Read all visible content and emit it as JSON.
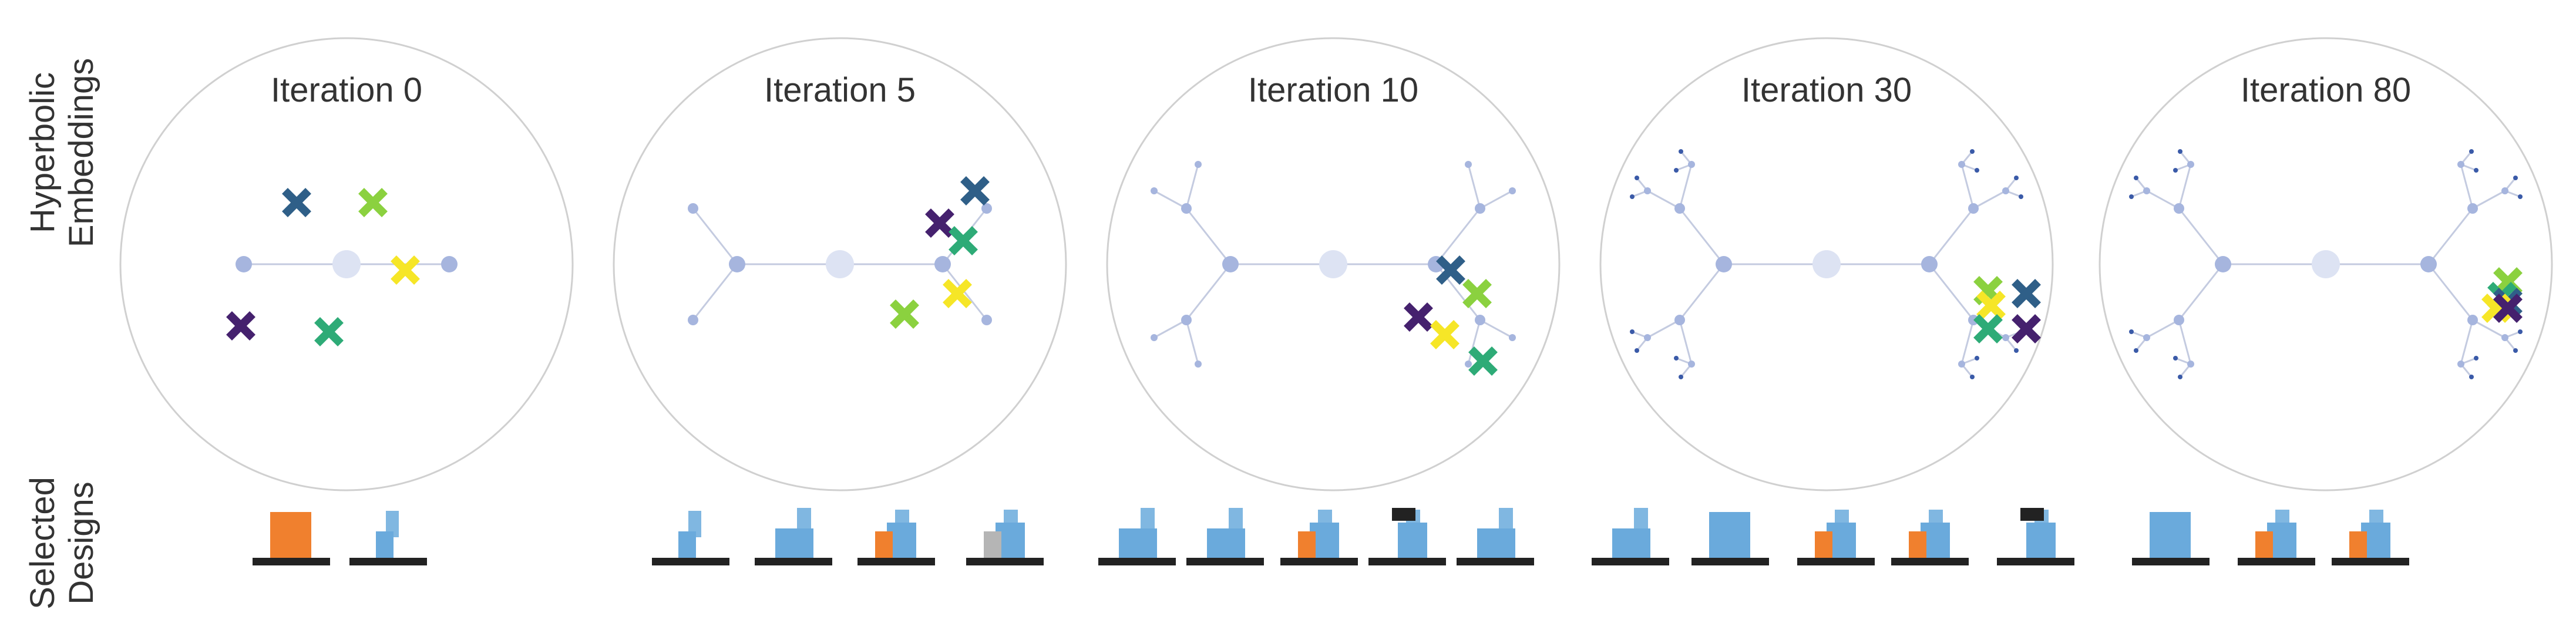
{
  "row_labels": {
    "hyperbolic": [
      "Hyperbolic",
      "Embeddings"
    ],
    "selected": [
      "Selected",
      "Designs"
    ]
  },
  "colors": {
    "disk_stroke": "#d0d0d0",
    "edge": "#c4cbe0",
    "root_node": "#dde3f3",
    "node": "#a6b5de",
    "leaf_node": "#3a5aa8",
    "marker_purple": "#45216e",
    "marker_navy": "#2f5f88",
    "marker_teal": "#2eab77",
    "marker_green": "#8bd13f",
    "marker_yellow": "#f6e627",
    "design_blue": "#6aaadc",
    "design_orange": "#f0802e",
    "design_gray": "#b5b5b5",
    "design_black": "#222222"
  },
  "panels": [
    {
      "title": "Iteration 0",
      "tree_depth": 1,
      "markers": [
        "marker_navy",
        "marker_green",
        "marker_yellow",
        "marker_purple",
        "marker_teal"
      ],
      "designs": [
        [
          "design_orange"
        ],
        [
          "design_blue"
        ]
      ]
    },
    {
      "title": "Iteration 5",
      "tree_depth": 2,
      "markers": [
        "marker_navy",
        "marker_purple",
        "marker_teal",
        "marker_yellow",
        "marker_green"
      ],
      "designs": [
        [
          "design_blue"
        ],
        [
          "design_blue"
        ],
        [
          "design_orange",
          "design_blue"
        ],
        [
          "design_gray",
          "design_blue"
        ]
      ]
    },
    {
      "title": "Iteration 10",
      "tree_depth": 3,
      "markers": [
        "marker_navy",
        "marker_green",
        "marker_purple",
        "marker_yellow",
        "marker_teal"
      ],
      "designs": [
        [
          "design_blue"
        ],
        [
          "design_blue"
        ],
        [
          "design_orange",
          "design_blue"
        ],
        [
          "design_black",
          "design_blue"
        ],
        [
          "design_blue"
        ]
      ]
    },
    {
      "title": "Iteration 30",
      "tree_depth": 4,
      "markers": [
        "marker_green",
        "marker_yellow",
        "marker_navy",
        "marker_teal",
        "marker_purple"
      ],
      "designs": [
        [
          "design_blue"
        ],
        [
          "design_blue"
        ],
        [
          "design_orange",
          "design_blue"
        ],
        [
          "design_orange",
          "design_blue"
        ],
        [
          "design_black",
          "design_blue"
        ]
      ]
    },
    {
      "title": "Iteration 80",
      "tree_depth": 4,
      "markers": [
        "marker_green",
        "marker_teal",
        "marker_navy",
        "marker_yellow",
        "marker_purple"
      ],
      "designs": [
        [
          "design_blue"
        ],
        [
          "design_orange",
          "design_blue"
        ],
        [
          "design_orange",
          "design_blue"
        ]
      ]
    }
  ]
}
